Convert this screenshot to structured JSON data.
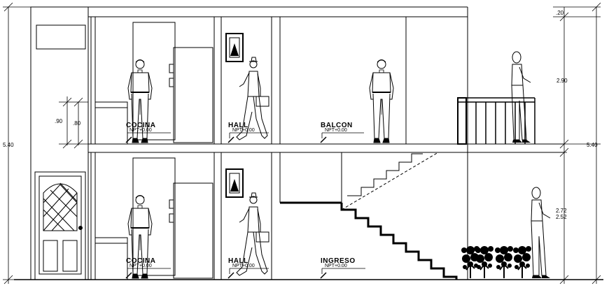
{
  "drawing": {
    "rooms_upper": {
      "cocina": "COCINA",
      "hall": "HALL",
      "balcon": "BALCON"
    },
    "rooms_lower": {
      "cocina": "COCINA",
      "hall": "HALL",
      "ingreso": "INGRESO"
    },
    "levels": {
      "cocina_upper": "NPT+0.00",
      "hall_upper": "NPT+0.00",
      "balcon": "NPT+0.00",
      "cocina_lower": "NPT+0.00",
      "hall_lower": "NPT+0.00",
      "ingreso": "NPT+0.00"
    },
    "dimensions": {
      "total_left": "5.40",
      "total_right": "5.40",
      "sill_height": ".90",
      "sill_small": ".80",
      "top": ".20",
      "upper_story": "2.90",
      "lower_a": "2.72",
      "lower_b": "2.52"
    }
  }
}
